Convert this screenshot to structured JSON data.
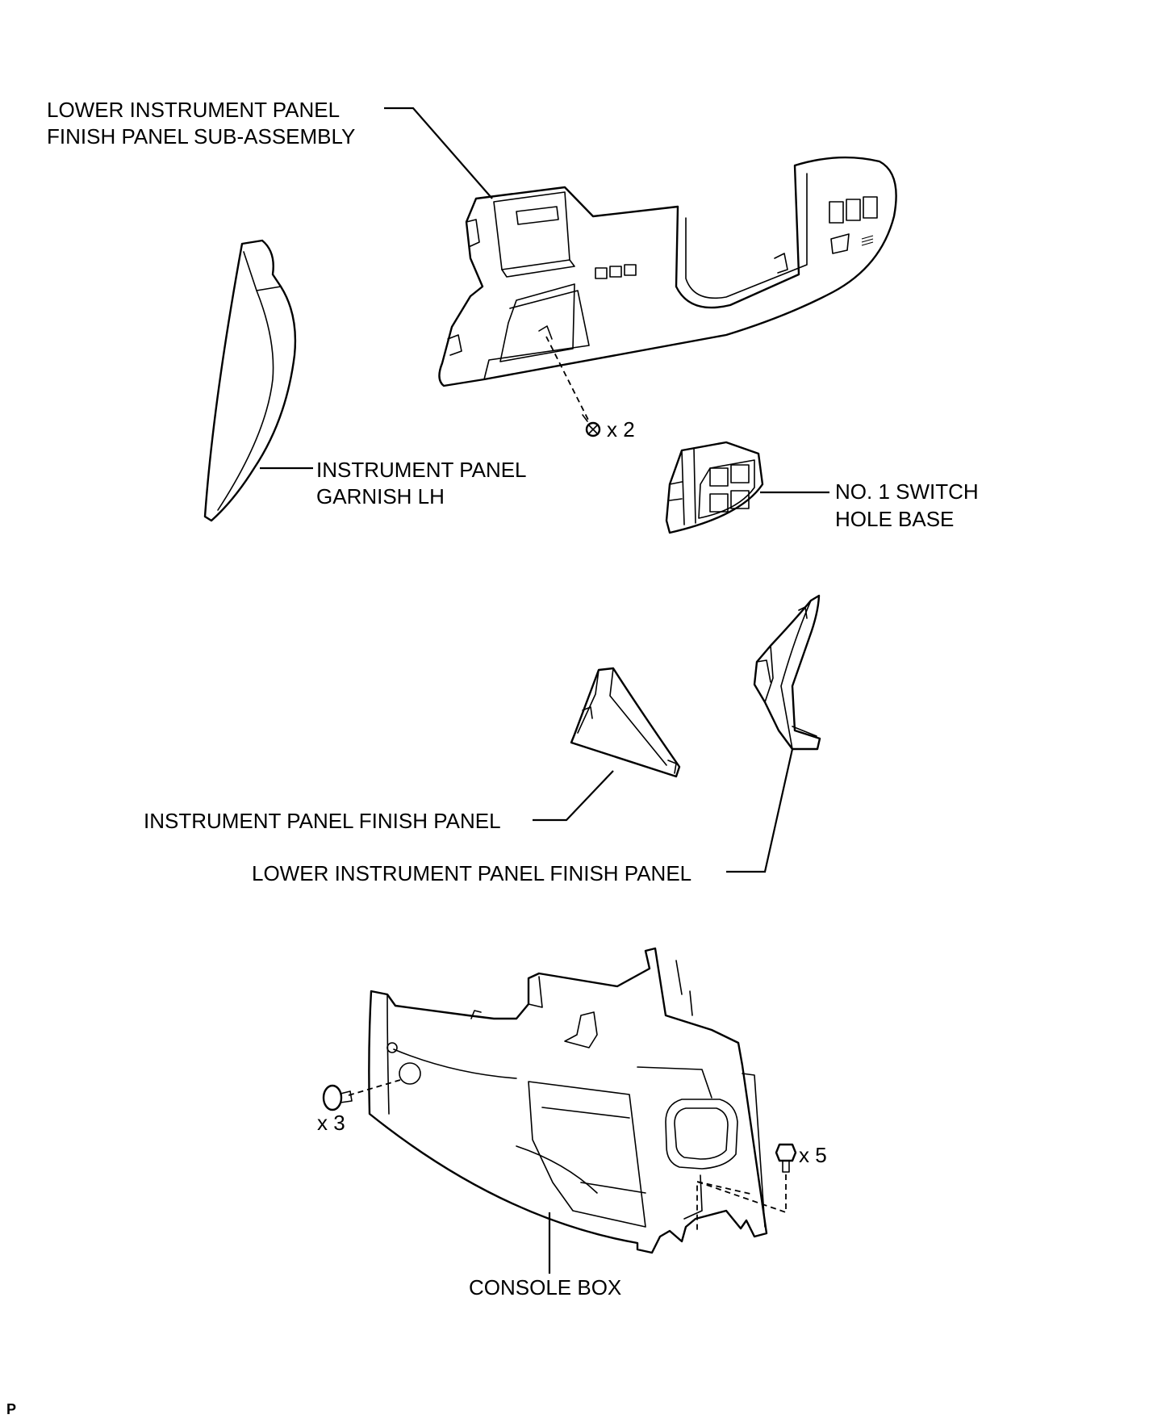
{
  "labels": {
    "lower_panel_sub_assy_line1": "LOWER INSTRUMENT PANEL",
    "lower_panel_sub_assy_line2": "FINISH PANEL SUB-ASSEMBLY",
    "garnish_line1": "INSTRUMENT PANEL",
    "garnish_line2": "GARNISH LH",
    "switch_base_line1": "NO. 1 SWITCH",
    "switch_base_line2": "HOLE BASE",
    "finish_panel": "INSTRUMENT PANEL FINISH PANEL",
    "lower_finish_panel": "LOWER INSTRUMENT PANEL FINISH PANEL",
    "console_box": "CONSOLE BOX",
    "qty_screw_top": "x 2",
    "qty_clip": "x 3",
    "qty_bolt": "x 5",
    "corner_mark": "P"
  },
  "icons": {
    "screw": "screw-icon",
    "clip": "clip-icon",
    "bolt": "bolt-icon"
  }
}
